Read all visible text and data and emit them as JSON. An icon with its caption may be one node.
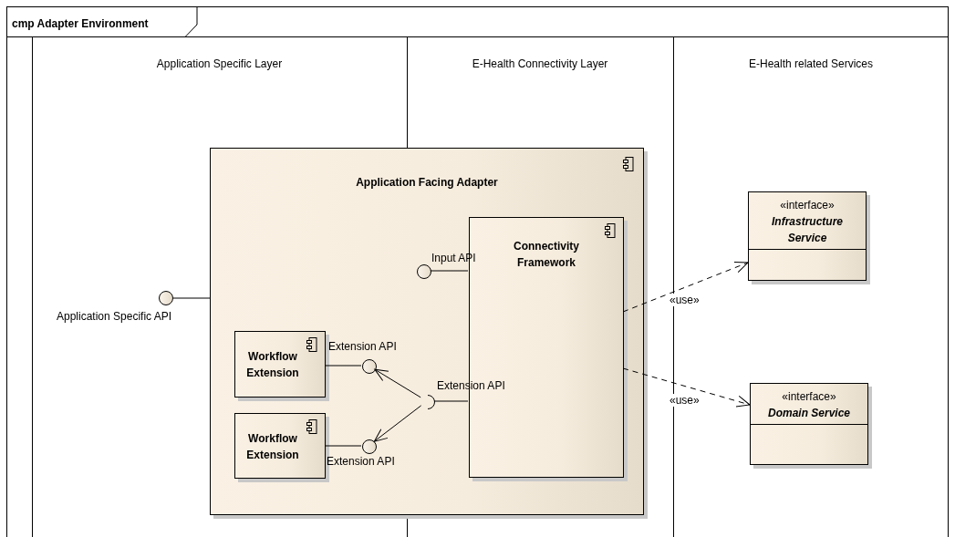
{
  "diagram": {
    "title": "cmp Adapter Environment",
    "nodes": [
      {
        "text": [
          "Application Facing Adapter"
        ]
      },
      {
        "text": [
          "Connectivity Framework"
        ],
        "in": 0
      },
      {
        "text": [
          "Workflow Extension"
        ],
        "in": 0
      },
      {
        "text": [
          "Workflow Extension"
        ],
        "in": 0
      },
      {
        "text": [],
        "shape": "circle",
        "beside": [
          "Application Specific API"
        ]
      },
      {
        "text": [],
        "shape": "circle",
        "beside": [
          "Input API"
        ],
        "in": 0
      },
      {
        "text": [],
        "shape": "arc",
        "beside": [
          "Extension API"
        ],
        "in": 0
      },
      {
        "text": [],
        "shape": "circle",
        "beside": [
          "Extension API"
        ],
        "in": 0
      },
      {
        "text": [],
        "shape": "circle",
        "beside": [
          "Extension API"
        ],
        "in": 0
      },
      {
        "text": [
          "«interface»",
          "Infrastructure Service"
        ]
      },
      {
        "text": [
          "«interface»",
          "Domain Service"
        ]
      }
    ],
    "edges": [
      {
        "from": 0,
        "to": 4,
        "arrow": "none"
      },
      {
        "from": 1,
        "to": 5,
        "arrow": "none"
      },
      {
        "from": 1,
        "to": 6,
        "arrow": "none"
      },
      {
        "from": 2,
        "to": 7,
        "arrow": "none"
      },
      {
        "from": 3,
        "to": 8,
        "arrow": "none"
      },
      {
        "from": 6,
        "to": 7,
        "arrow": "to"
      },
      {
        "from": 6,
        "to": 8,
        "arrow": "to"
      },
      {
        "from": 1,
        "to": 9,
        "arrow": "to",
        "label": "«use»",
        "style": "dashed"
      },
      {
        "from": 1,
        "to": 10,
        "arrow": "to",
        "label": "«use»",
        "style": "dashed"
      }
    ],
    "labels": [
      "Application Specific Layer",
      "E-Health Connectivity Layer",
      "E-Health related Services"
    ]
  }
}
